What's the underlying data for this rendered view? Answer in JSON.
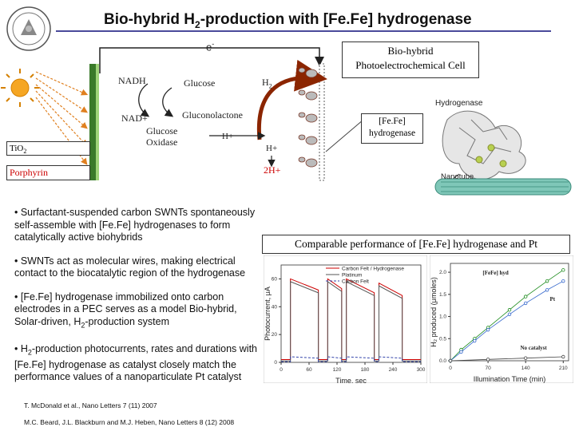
{
  "header": {
    "title_pre": "Bio-hybrid H",
    "title_sub": "2",
    "title_post": "-production with [Fe.Fe] hydrogenase"
  },
  "diagram": {
    "electron_label": "e",
    "electron_sup": "-",
    "cell_label_line1": "Bio-hybrid",
    "cell_label_line2": "Photoelectrochemical Cell",
    "nadh": "NADH",
    "nad_plus": "NAD+",
    "glucose": "Glucose",
    "gluconolactone": "Gluconolactone",
    "glucose_oxidase_line1": "Glucose",
    "glucose_oxidase_line2": "Oxidase",
    "h_plus": "H+",
    "h2_prefix": "H",
    "h2_sub": "2",
    "h_plus_right": "H+",
    "two_h_plus": "2H+",
    "tio2_prefix": "TiO",
    "tio2_sub": "2",
    "porphyrin": "Porphyrin",
    "hydrogenase_label": "Hydrogenase",
    "fefe_line1": "[Fe.Fe]",
    "fefe_line2": "hydrogenase",
    "nanotube_label": "Nanotube"
  },
  "comparison_caption": "Comparable performance of [Fe.Fe] hydrogenase and Pt",
  "bullets": [
    {
      "text": "• Surfactant-suspended carbon SWNTs spontaneously self-assemble with [Fe.Fe] hydrogenases to form catalytically active biohybrids"
    },
    {
      "text": "• SWNTs act as molecular wires, making electrical contact to the biocatalytic region of the hydrogenase"
    },
    {
      "pre": "• [Fe.Fe] hydrogenase immobilized onto carbon electrodes in a PEC serves as a model Bio-hybrid, Solar-driven, H",
      "sub": "2",
      "post": "-production system"
    },
    {
      "pre": "• H",
      "sub": "2",
      "post": "-production photocurrents, rates and durations with [Fe.Fe] hydrogenase as catalyst closely match the performance values of a nanoparticulate Pt catalyst"
    }
  ],
  "citations": {
    "first": "T. McDonald et al., Nano Letters 7 (11) 2007",
    "second": "M.C. Beard, J.L. Blackburn and M.J. Heben, Nano Letters 8 (12) 2008"
  },
  "chart_data": [
    {
      "type": "line",
      "title": "",
      "xlabel": "Time, sec",
      "ylabel": "Photocurrent, μA",
      "x_ticks": [
        "0",
        "60",
        "120",
        "180",
        "240",
        "300"
      ],
      "y_ticks": [
        "0",
        "20",
        "40",
        "60"
      ],
      "xlim": [
        0,
        300
      ],
      "ylim": [
        0,
        70
      ],
      "legend_position": "top",
      "series": [
        {
          "name": "Carbon Felt / Hydrogenase",
          "color": "#cc0000",
          "x": [
            0,
            20,
            20,
            80,
            80,
            100,
            100,
            130,
            130,
            140,
            140,
            200,
            200,
            210,
            210,
            260,
            260,
            300
          ],
          "y": [
            2,
            2,
            60,
            52,
            2,
            2,
            60,
            53,
            2,
            2,
            60,
            50,
            2,
            2,
            57,
            48,
            2,
            2
          ]
        },
        {
          "name": "Platinum",
          "color": "#555555",
          "x": [
            0,
            20,
            20,
            80,
            80,
            100,
            100,
            130,
            130,
            140,
            140,
            200,
            200,
            210,
            210,
            260,
            260,
            300
          ],
          "y": [
            1,
            1,
            58,
            50,
            1,
            1,
            58,
            51,
            1,
            1,
            58,
            48,
            1,
            1,
            55,
            46,
            1,
            1
          ]
        },
        {
          "name": "Carbon Felt",
          "color": "#3344aa",
          "x": [
            0,
            20,
            20,
            80,
            80,
            100,
            100,
            130,
            130,
            140,
            140,
            200,
            200,
            210,
            210,
            260,
            260,
            300
          ],
          "y": [
            0.5,
            0.5,
            4,
            3,
            0.5,
            0.5,
            4,
            3,
            0.5,
            0.5,
            4,
            3,
            0.5,
            0.5,
            4,
            3,
            0.5,
            0.5
          ]
        }
      ]
    },
    {
      "type": "scatter",
      "title": "",
      "xlabel": "Illumination Time (min)",
      "ylabel": "H₂ produced (μmoles)",
      "x_ticks": [
        "0",
        "70",
        "140",
        "210"
      ],
      "y_ticks": [
        "0.0",
        "0.5",
        "1.0",
        "1.5",
        "2.0"
      ],
      "xlim": [
        0,
        220
      ],
      "ylim": [
        0,
        2.2
      ],
      "series": [
        {
          "name": "[FeFe] hyd",
          "color": "#1a8a1a",
          "x": [
            0,
            20,
            45,
            70,
            110,
            140,
            180,
            210
          ],
          "y": [
            0,
            0.25,
            0.5,
            0.75,
            1.15,
            1.45,
            1.8,
            2.05
          ]
        },
        {
          "name": "Pt",
          "color": "#3366cc",
          "x": [
            0,
            20,
            45,
            70,
            110,
            140,
            180,
            210
          ],
          "y": [
            0,
            0.2,
            0.45,
            0.7,
            1.05,
            1.3,
            1.6,
            1.8
          ]
        },
        {
          "name": "No catalyst",
          "color": "#444444",
          "x": [
            0,
            70,
            140,
            210
          ],
          "y": [
            0,
            0.03,
            0.06,
            0.09
          ]
        }
      ]
    }
  ]
}
